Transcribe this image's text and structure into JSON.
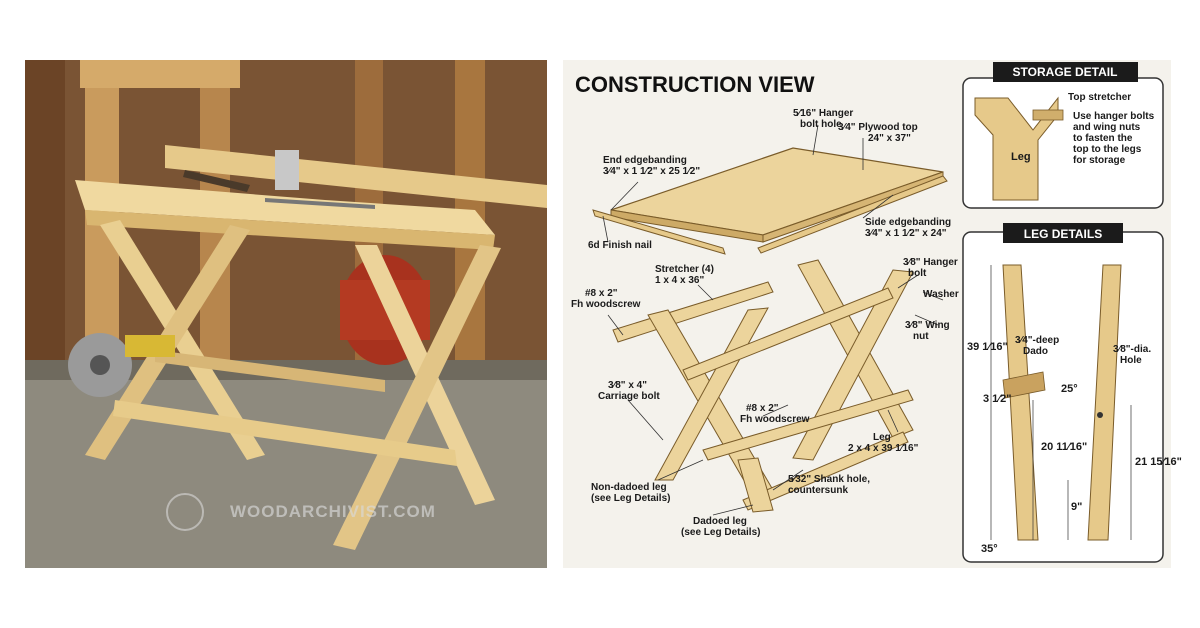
{
  "watermark": "WOODARCHIVIST.COM",
  "plans": {
    "title": "CONSTRUCTION VIEW",
    "labels": {
      "hanger_bolt_hole": [
        "5⁄16\" Hanger",
        "bolt hole"
      ],
      "plywood_top": [
        "3⁄4\" Plywood top",
        "24\" x 37\""
      ],
      "end_edgebanding": [
        "End edgebanding",
        "3⁄4\" x 1 1⁄2\" x 25 1⁄2\""
      ],
      "finish_nail": [
        "6d Finish nail"
      ],
      "side_edgebanding": [
        "Side edgebanding",
        "3⁄4\" x 1 1⁄2\" x 24\""
      ],
      "stretcher": [
        "Stretcher (4)",
        "1 x 4 x 36\""
      ],
      "hanger_bolt": [
        "3⁄8\" Hanger",
        "bolt"
      ],
      "washer": [
        "Washer"
      ],
      "fh_woodscrew_left": [
        "#8 x 2\"",
        "Fh woodscrew"
      ],
      "wing_nut": [
        "3⁄8\" Wing",
        "nut"
      ],
      "carriage_bolt": [
        "3⁄8\" x 4\"",
        "Carriage bolt"
      ],
      "fh_woodscrew_mid": [
        "#8 x 2\"",
        "Fh woodscrew"
      ],
      "leg": [
        "Leg",
        "2 x 4 x 39 1⁄16\""
      ],
      "non_dadoed_leg": [
        "Non-dadoed leg",
        "(see Leg Details)"
      ],
      "shank_hole": [
        "5⁄32\" Shank hole,",
        "countersunk"
      ],
      "dadoed_leg": [
        "Dadoed leg",
        "(see Leg Details)"
      ]
    }
  },
  "storage_detail": {
    "header": "STORAGE DETAIL",
    "top_stretcher": "Top stretcher",
    "leg": "Leg",
    "note": [
      "Use hanger bolts",
      "and wing nuts",
      "to fasten the",
      "top to the legs",
      "for storage"
    ]
  },
  "leg_details": {
    "header": "LEG DETAILS",
    "length": "39 1⁄16\"",
    "dado_label": [
      "3⁄4\"-deep",
      "Dado"
    ],
    "hole_label": [
      "3⁄8\"-dia.",
      "Hole"
    ],
    "angle_top": "25°",
    "dado_width": "3 1⁄2\"",
    "left_height": "20 11⁄16\"",
    "right_height": "21 15⁄16\"",
    "bottom_height": "9\"",
    "angle_bottom": "35°"
  }
}
